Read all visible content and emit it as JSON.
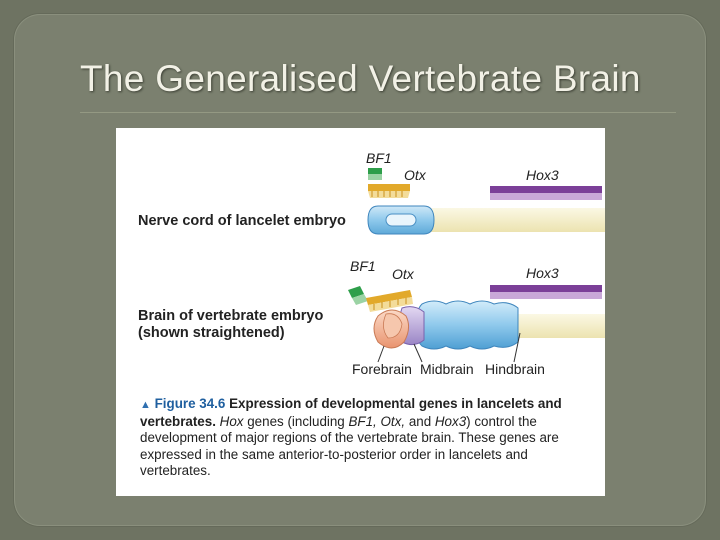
{
  "slide": {
    "title": "The Generalised Vertebrate Brain"
  },
  "figure": {
    "labels": {
      "lancelet": "Nerve cord of lancelet embryo",
      "vertebrate_line1": "Brain of vertebrate embryo",
      "vertebrate_line2": "(shown straightened)",
      "forebrain": "Forebrain",
      "midbrain": "Midbrain",
      "hindbrain": "Hindbrain"
    },
    "genes": {
      "bf1": "BF1",
      "otx": "Otx",
      "hox3": "Hox3"
    },
    "colors": {
      "bf1": "#2e9e4a",
      "otx": "#e2a92a",
      "hox3": "#7b3f98",
      "forebrain": "#f1b99a",
      "midbrain": "#b9a6d8",
      "hindbrain": "#8fc9ec",
      "notochord": "#f4efc7"
    },
    "caption": {
      "marker": "▲",
      "figure_number": "Figure 34.6",
      "heading": "Expression of developmental genes in lancelets and vertebrates.",
      "hox_term": "Hox",
      "text1": "genes (including",
      "bf1": "BF1,",
      "otx": "Otx,",
      "and": "and",
      "hox3": "Hox3",
      "text2": ") control the development of major regions of the vertebrate brain. These genes are expressed in the same anterior-to-posterior order in lancelets and vertebrates."
    }
  }
}
